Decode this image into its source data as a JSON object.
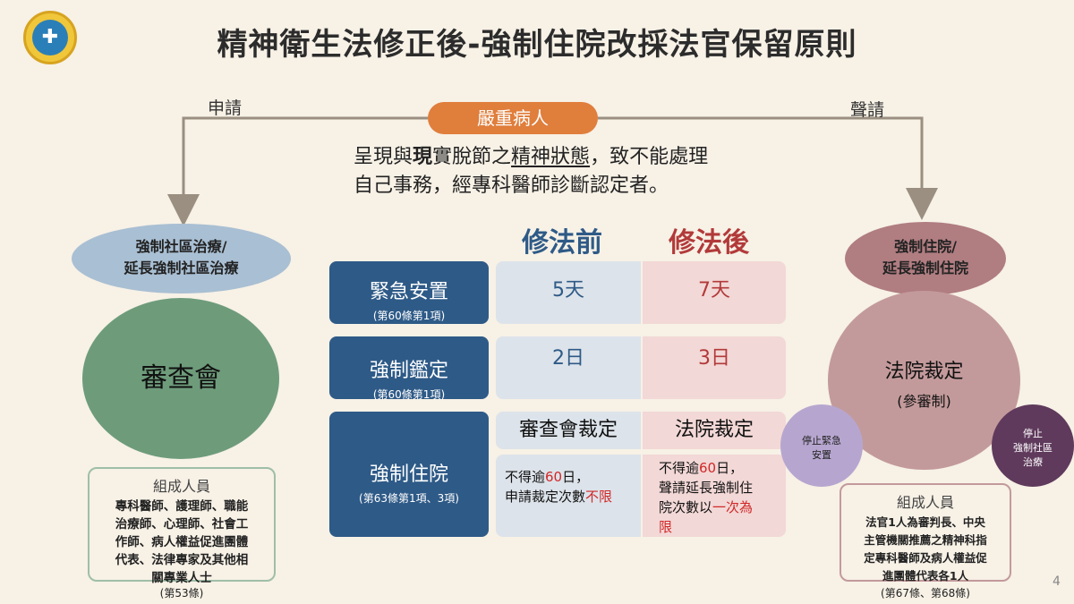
{
  "title": "精神衛生法修正後-強制住院改採法官保留原則",
  "logo_icon": "agency-emblem-icon",
  "arrow_left_label": "申請",
  "arrow_right_label": "聲請",
  "center": {
    "pill": "嚴重病人",
    "desc_line1_a": "呈現與",
    "desc_line1_b": "現",
    "desc_line1_c": "實脫節之",
    "desc_line1_d": "精神狀態",
    "desc_line1_e": "，致不能處理",
    "desc_line2": "自己事務，經專科醫師診斷認定者。"
  },
  "columns": {
    "before": "修法前",
    "after": "修法後"
  },
  "rows": [
    {
      "name": "緊急安置",
      "ref": "(第60條第1項)",
      "before": "5天",
      "after": "7天"
    },
    {
      "name": "強制鑑定",
      "ref": "(第60條第1項)",
      "before": "2日",
      "after": "3日"
    },
    {
      "name": "強制住院",
      "ref": "(第63條第1項、3項)",
      "before_head": "審查會裁定",
      "after_head": "法院裁定",
      "before_a": "不得逾",
      "before_b": "60",
      "before_c": "日，",
      "before_d": "申請裁定次數",
      "before_e": "不限",
      "after_a": "不得逾",
      "after_b": "60",
      "after_c": "日，",
      "after_d": "聲請延長強制住",
      "after_e": "院次數以",
      "after_f": "一次為",
      "after_g": "限"
    }
  ],
  "left": {
    "ellipse_line1": "強制社區治療/",
    "ellipse_line2": "延長強制社區治療",
    "circle": "審查會",
    "box_title": "組成人員",
    "box_lines": [
      "專科醫師、護理師、職能",
      "治療師、心理師、社會工",
      "作師、病人權益促進團體",
      "代表、法律專家及其他相",
      "關專業人士"
    ],
    "ref": "(第53條)"
  },
  "right": {
    "ellipse_line1": "強制住院/",
    "ellipse_line2": "延長強制住院",
    "circle_line1": "法院裁定",
    "circle_line2": "(參審制)",
    "small1_line1": "停止緊急",
    "small1_line2": "安置",
    "small2_line1": "停止",
    "small2_line2": "強制社區",
    "small2_line3": "治療",
    "box_title": "組成人員",
    "box_lines": [
      "法官1人為審判長、中央",
      "主管機關推薦之精神科指",
      "定專科醫師及病人權益促",
      "進團體代表各1人"
    ],
    "ref": "(第67條、第68條)"
  },
  "page_number": "4",
  "colors": {
    "accent_orange": "#e07e3c",
    "navy": "#2e5a87",
    "red": "#b23a3a"
  }
}
